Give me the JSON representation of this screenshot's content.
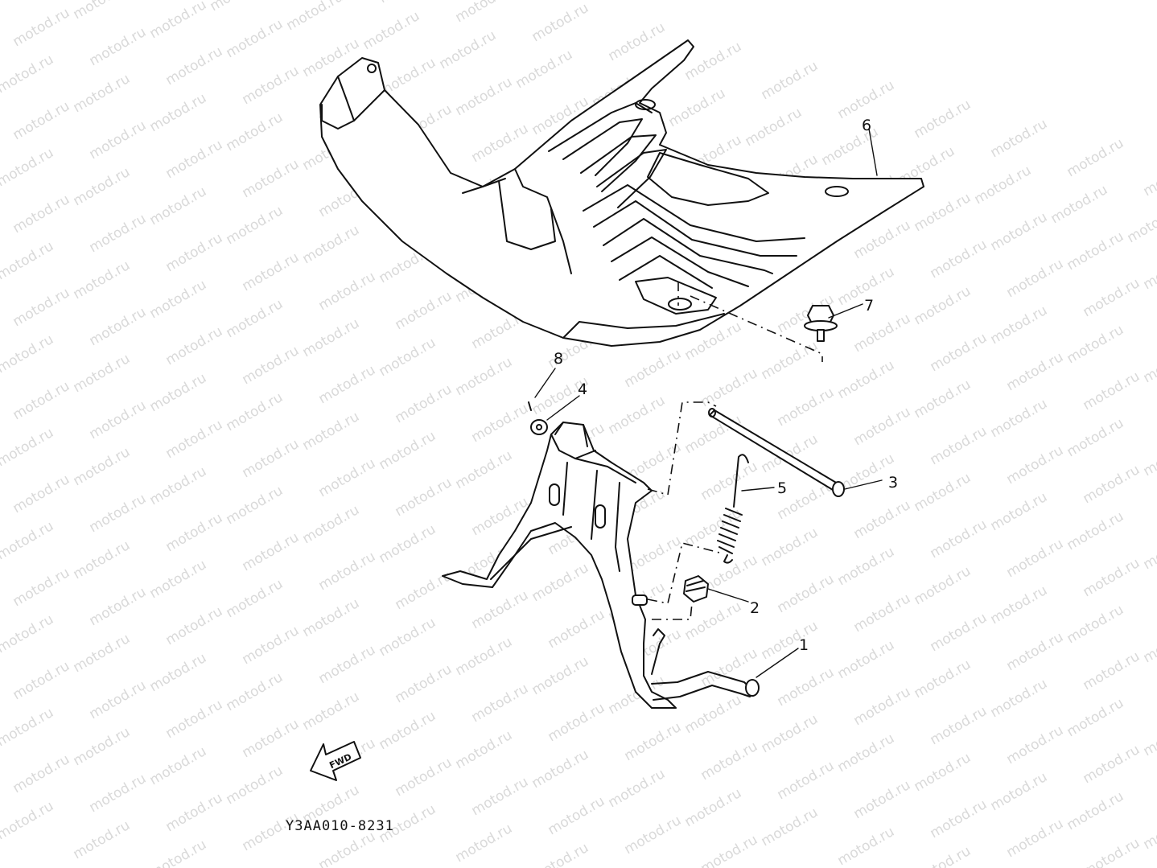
{
  "watermark": {
    "text": "motod.ru"
  },
  "callouts": [
    {
      "id": "1",
      "text": "1"
    },
    {
      "id": "2",
      "text": "2"
    },
    {
      "id": "3",
      "text": "3"
    },
    {
      "id": "4",
      "text": "4"
    },
    {
      "id": "5",
      "text": "5"
    },
    {
      "id": "6",
      "text": "6"
    },
    {
      "id": "7",
      "text": "7"
    },
    {
      "id": "8",
      "text": "8"
    }
  ],
  "forward_arrow": {
    "label": "FWD"
  },
  "diagram_code": "Y3AA010-8231"
}
